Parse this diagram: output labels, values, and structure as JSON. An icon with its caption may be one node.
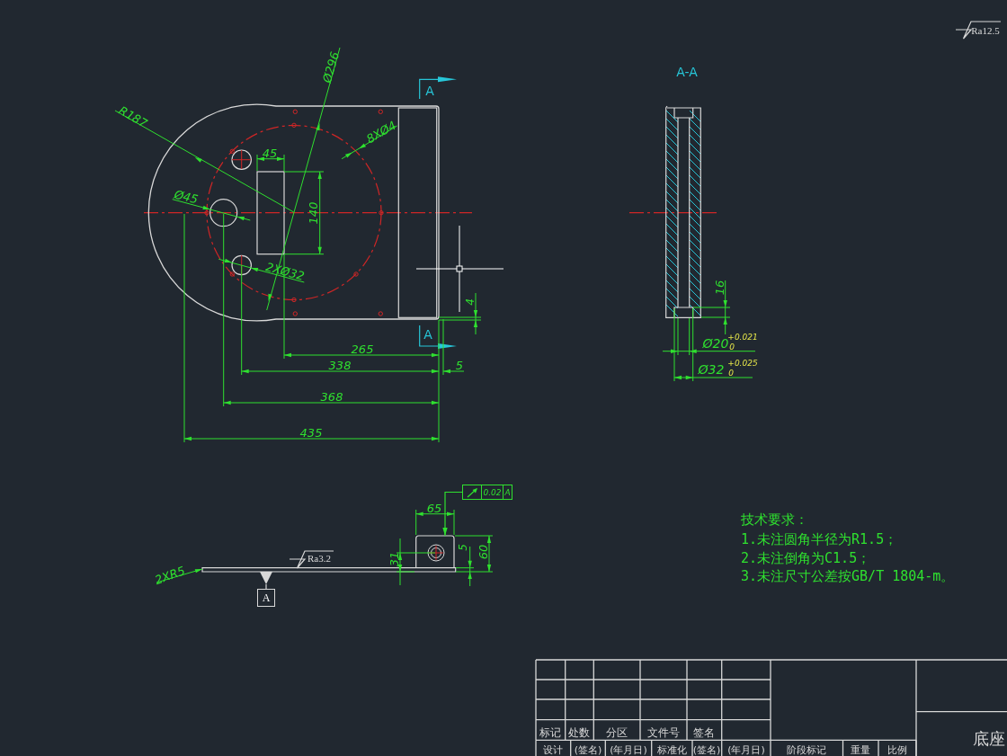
{
  "diagram": {
    "nodes": [
      {
        "text": [
          "0.02",
          "A"
        ]
      },
      {
        "text": [],
        "shape": "box"
      },
      {
        "text": [],
        "shape": "bar"
      },
      {
        "text": [
          "A"
        ]
      }
    ],
    "edges": [
      {
        "from": 0,
        "to": 1,
        "arrow": "to",
        "color": "#2fe02f"
      },
      {
        "from": 3,
        "to": 2,
        "arrow": "other",
        "color": "#d8d8d8"
      }
    ],
    "labels": [
      "Ra12.5",
      "A-A",
      "A",
      "R187",
      "Ø296",
      "8XØ4",
      "45",
      "Ø45",
      "140",
      "2XØ32",
      "4",
      "A",
      "265",
      "338",
      "5",
      "368",
      "435",
      "16",
      "Ø20",
      "+0.021",
      "0",
      "Ø32",
      "+0.025",
      "0",
      "65",
      "2XR5",
      "Ra3.2",
      "31",
      "5",
      "60",
      "技术要求：",
      "1.未注圆角半径为R1.5；",
      "2.未注倒角为C1.5；",
      "3.未注尺寸公差按GB/T 1804-m。",
      "标记",
      "处数",
      "分区",
      "文件号",
      "签名",
      "设计",
      "(签名)",
      "(年月日)",
      "标准化",
      "(签名)",
      "(年月日)",
      "阶段标记",
      "重量",
      "比例",
      "底座"
    ]
  }
}
